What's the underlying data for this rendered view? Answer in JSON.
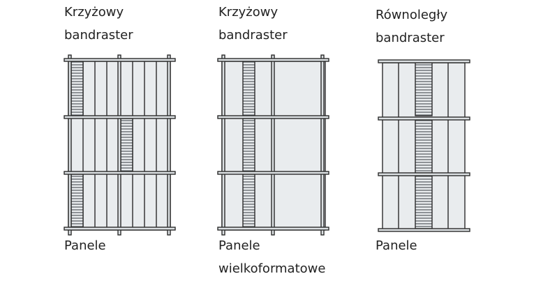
{
  "figures": [
    {
      "title_line1": "Krzyżowy",
      "title_line2": "bandraster",
      "caption_line1": "Panele",
      "caption_line2": ""
    },
    {
      "title_line1": "Krzyżowy",
      "title_line2": "bandraster",
      "caption_line1": "Panele",
      "caption_line2": "wielkoformatowe"
    },
    {
      "title_line1": "Równoległy",
      "title_line2": "bandraster",
      "caption_line1": "Panele",
      "caption_line2": ""
    }
  ],
  "colors": {
    "outline": "#2b2b2b",
    "panel_fill": "#e9ecee",
    "rail_fill": "#dde1e4",
    "hatch": "#6f7478"
  }
}
